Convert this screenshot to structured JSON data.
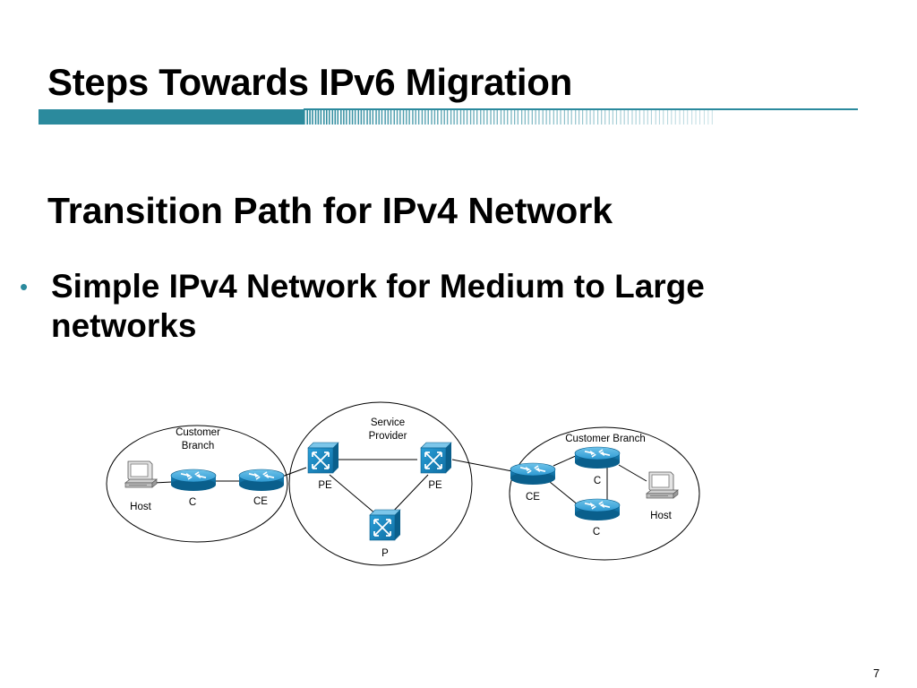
{
  "slide": {
    "title": "Steps Towards IPv6 Migration",
    "subtitle": "Transition Path for IPv4 Network",
    "bullet": "Simple IPv4 Network for Medium to Large networks",
    "page_number": "7",
    "accent_color": "#2b8a9d"
  },
  "diagram": {
    "groups": {
      "customer_branch_left": [
        "Customer",
        "Branch"
      ],
      "service_provider": [
        "Service",
        "Provider"
      ],
      "customer_branch_right": "Customer Branch"
    },
    "labels": {
      "host_left": "Host",
      "c_left": "C",
      "ce_left": "CE",
      "pe_left": "PE",
      "pe_right": "PE",
      "p_core": "P",
      "ce_right": "CE",
      "c_right_top": "C",
      "c_right_bottom": "C",
      "host_right": "Host"
    },
    "device_types": {
      "host": "workstation-icon",
      "router": "router-icon",
      "switch": "atm-switch-icon"
    },
    "colors": {
      "device_blue": "#1a8ac4",
      "device_dark": "#0a5f8c",
      "link": "#000000"
    }
  }
}
